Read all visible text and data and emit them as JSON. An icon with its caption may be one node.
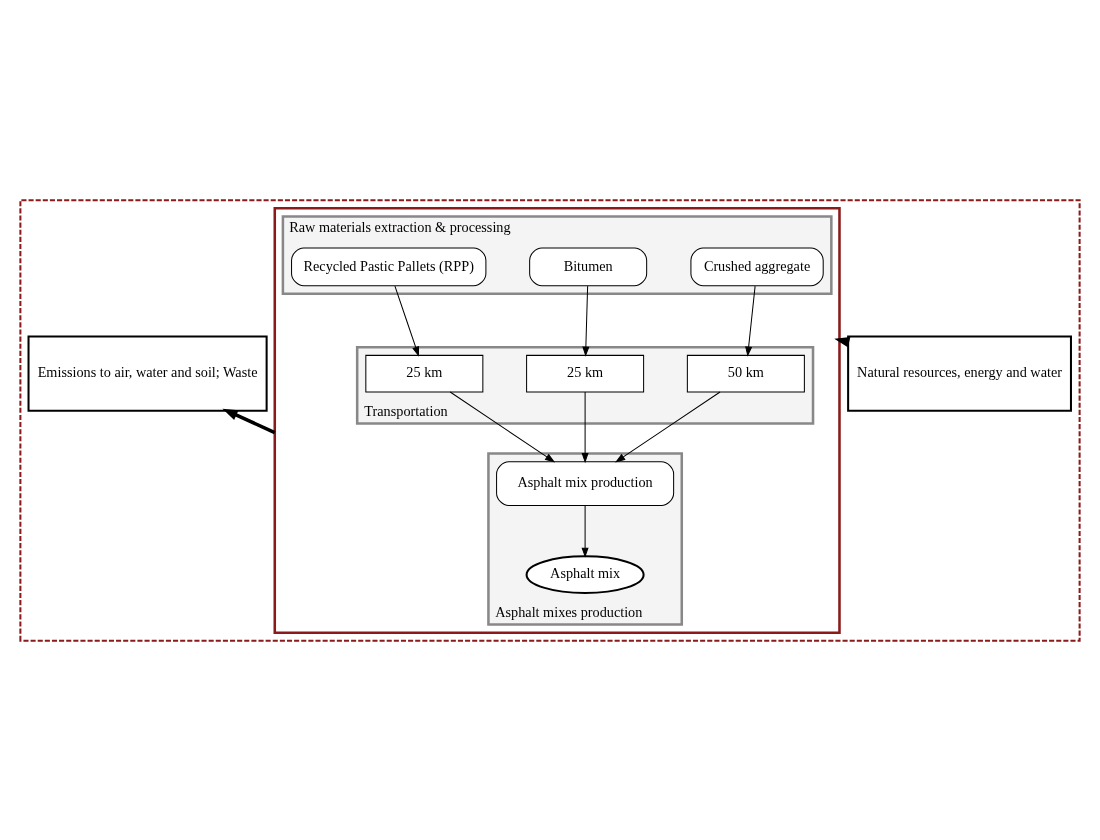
{
  "diagram": {
    "nodes": [
      {
        "text": [],
        "shape": "box"
      },
      {
        "text": [
          "Natural resources, energy and water"
        ],
        "in": 0
      },
      {
        "text": [],
        "shape": "box",
        "in": 0
      },
      {
        "text": [
          "Raw materials extraction & processing"
        ],
        "in": 2
      },
      {
        "text": [
          "Recycled Pastic Pallets (RPP)"
        ],
        "in": 3
      },
      {
        "text": [
          "Bitumen"
        ],
        "in": 3
      },
      {
        "text": [
          "Crushed aggregate"
        ],
        "in": 3
      },
      {
        "text": [
          "Transportation"
        ],
        "in": 2
      },
      {
        "text": [
          "25 km"
        ],
        "in": 7
      },
      {
        "text": [
          "25 km"
        ],
        "in": 7
      },
      {
        "text": [
          "50 km"
        ],
        "in": 7
      },
      {
        "text": [
          "Asphalt mixes production"
        ],
        "in": 2
      },
      {
        "text": [
          "Asphalt mix production"
        ],
        "in": 11
      },
      {
        "text": [
          "Asphalt mix"
        ],
        "in": 11
      },
      {
        "text": [
          "Emissions to air, water and soil; Waste"
        ],
        "in": 0
      }
    ],
    "edges": [
      {
        "from": 1,
        "to": 2,
        "arrow": "to",
        "style": "thick"
      },
      {
        "from": 2,
        "to": 14,
        "arrow": "to",
        "style": "thick"
      },
      {
        "from": 4,
        "to": 8,
        "arrow": "to"
      },
      {
        "from": 5,
        "to": 9,
        "arrow": "to"
      },
      {
        "from": 6,
        "to": 10,
        "arrow": "to"
      },
      {
        "from": 8,
        "to": 12,
        "arrow": "to"
      },
      {
        "from": 9,
        "to": 12,
        "arrow": "to"
      },
      {
        "from": 10,
        "to": 12,
        "arrow": "to"
      },
      {
        "from": 12,
        "to": 13,
        "arrow": "to"
      }
    ]
  }
}
